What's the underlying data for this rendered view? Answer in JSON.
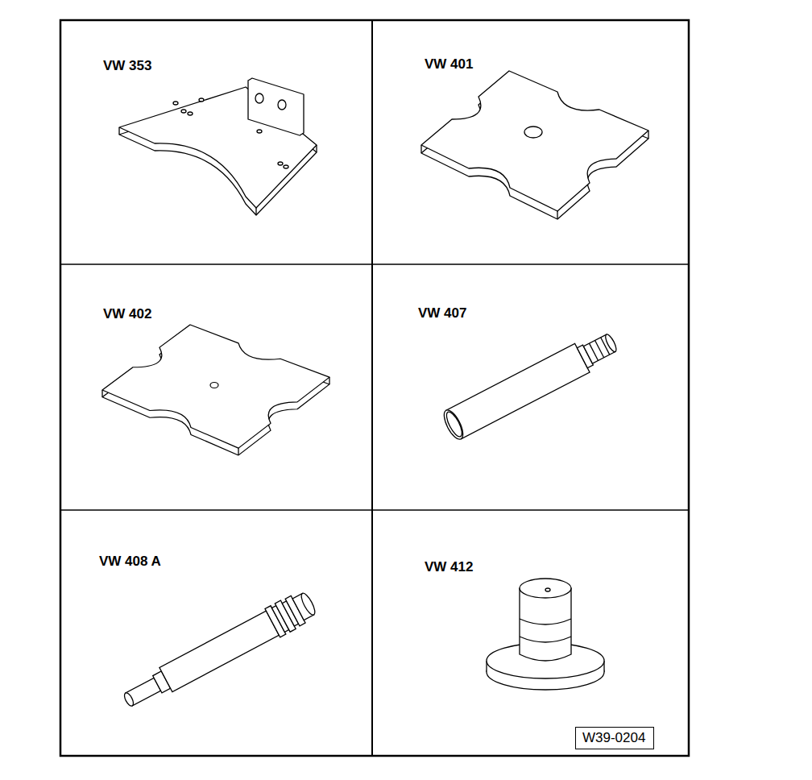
{
  "diagram": {
    "nodes": [
      {
        "text": [
          "VW 353"
        ]
      },
      {
        "text": [
          "VW 401"
        ]
      },
      {
        "text": [
          "VW 402"
        ]
      },
      {
        "text": [
          "VW 407"
        ]
      },
      {
        "text": [
          "VW 408 A"
        ]
      },
      {
        "text": [
          "VW 412"
        ]
      },
      {
        "text": [
          "W39-0204"
        ],
        "in": 5
      }
    ]
  }
}
